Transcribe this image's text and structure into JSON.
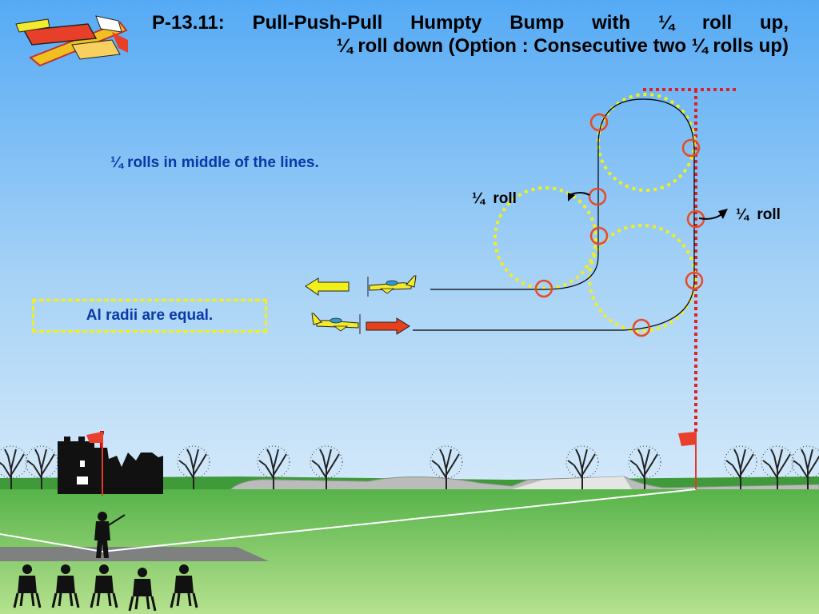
{
  "title": {
    "line1": "P-13.11: Pull-Push-Pull Humpty Bump with ¼ roll up,",
    "line2": "¼ roll down (Option : Consecutive two ¼ rolls up)"
  },
  "note": "¼ rolls in middle of the lines.",
  "roll_label_left": "¼  roll",
  "roll_label_right": "¼  roll",
  "radii_note": "Al radii are equal.",
  "colors": {
    "sky_top": "#55aaf5",
    "sky_bottom": "#e9f3fb",
    "grass": "#7cc96a",
    "path_line": "#000000",
    "dotted_circle": "#f2ef1a",
    "marker_circle": "#e84a26",
    "box_line": "#e02020",
    "arrow_yellow": "#f2ef1a",
    "arrow_red": "#e8401c",
    "note_text": "#0a3aa8"
  },
  "icons": [
    "plane-logo-icon",
    "plane-icon",
    "arrow-left-icon",
    "arrow-right-icon",
    "flag-icon",
    "tree-icon",
    "castle-icon",
    "pilot-icon",
    "spectator-icon"
  ]
}
